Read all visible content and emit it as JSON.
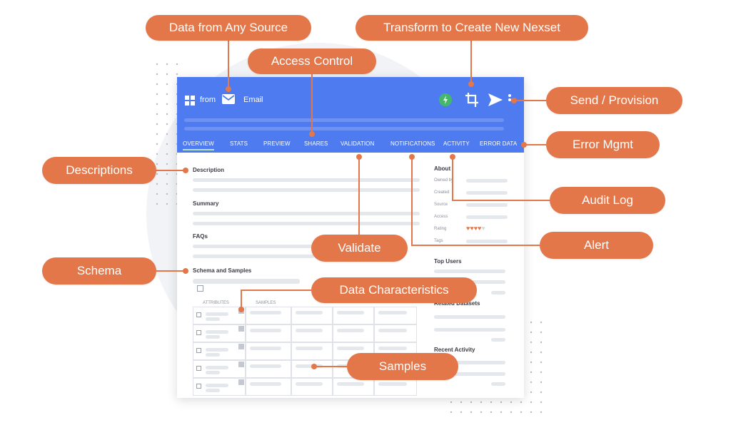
{
  "header": {
    "from_label": "from",
    "source_label": "Email",
    "icons": [
      "grid-icon",
      "mail-icon",
      "refresh-icon",
      "crop-icon",
      "send-icon",
      "more-icon"
    ]
  },
  "tabs": [
    {
      "label": "OVERVIEW",
      "active": true
    },
    {
      "label": "STATS"
    },
    {
      "label": "PREVIEW"
    },
    {
      "label": "SHARES"
    },
    {
      "label": "VALIDATION"
    },
    {
      "label": "NOTIFICATIONS"
    },
    {
      "label": "ACTIVITY"
    },
    {
      "label": "ERROR DATA"
    }
  ],
  "main": {
    "description": "Description",
    "summary": "Summary",
    "faqs": "FAQs",
    "schema": "Schema and Samples",
    "col_attributes": "ATTRIBUTES",
    "col_samples": "SAMPLES"
  },
  "sidebar": {
    "about": "About",
    "fields": [
      "Owned by",
      "Created",
      "Source",
      "Access",
      "Rating",
      "Tags"
    ],
    "rating": 4,
    "rating_max": 5,
    "top_users": "Top Users",
    "related": "Related Datasets",
    "recent": "Recent Activity"
  },
  "callouts": {
    "data_source": "Data from Any Source",
    "transform": "Transform to Create New Nexset",
    "access_control": "Access Control",
    "send": "Send / Provision",
    "error": "Error Mgmt",
    "descriptions": "Descriptions",
    "audit": "Audit Log",
    "validate": "Validate",
    "alert": "Alert",
    "schema": "Schema",
    "characteristics": "Data Characteristics",
    "samples": "Samples"
  },
  "colors": {
    "accent": "#e4774a",
    "header": "#4e7bf0",
    "rating_heart": "#e4774a",
    "status_green": "#44b86a"
  }
}
